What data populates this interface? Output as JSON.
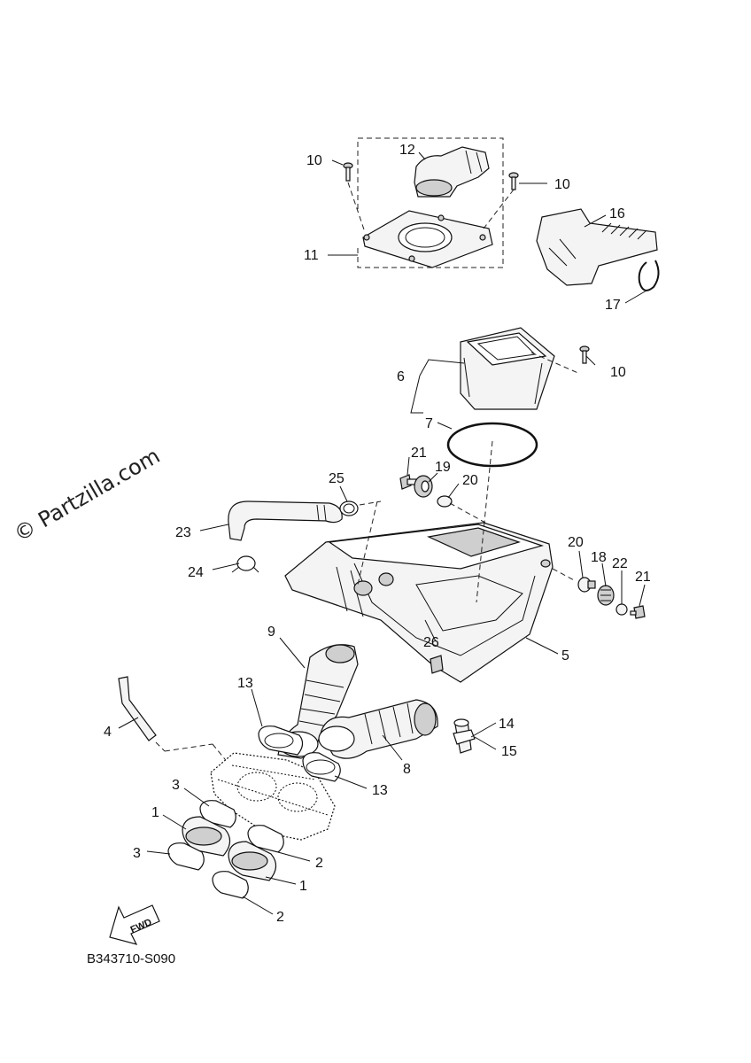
{
  "watermark": "© Partzilla.com",
  "diagram_code": "B343710-S090",
  "fwd_label": "FWD",
  "callouts": {
    "c10a": "10",
    "c10b": "10",
    "c10c": "10",
    "c11": "11",
    "c12": "12",
    "c16": "16",
    "c17": "17",
    "c6": "6",
    "c7": "7",
    "c21a": "21",
    "c19": "19",
    "c20a": "20",
    "c25": "25",
    "c23": "23",
    "c24": "24",
    "c20b": "20",
    "c18": "18",
    "c22": "22",
    "c21b": "21",
    "c5": "5",
    "c26": "26",
    "c9": "9",
    "c13a": "13",
    "c4": "4",
    "c14": "14",
    "c15": "15",
    "c8": "8",
    "c13b": "13",
    "c3a": "3",
    "c1a": "1",
    "c3b": "3",
    "c2a": "2",
    "c1b": "1",
    "c2b": "2"
  }
}
